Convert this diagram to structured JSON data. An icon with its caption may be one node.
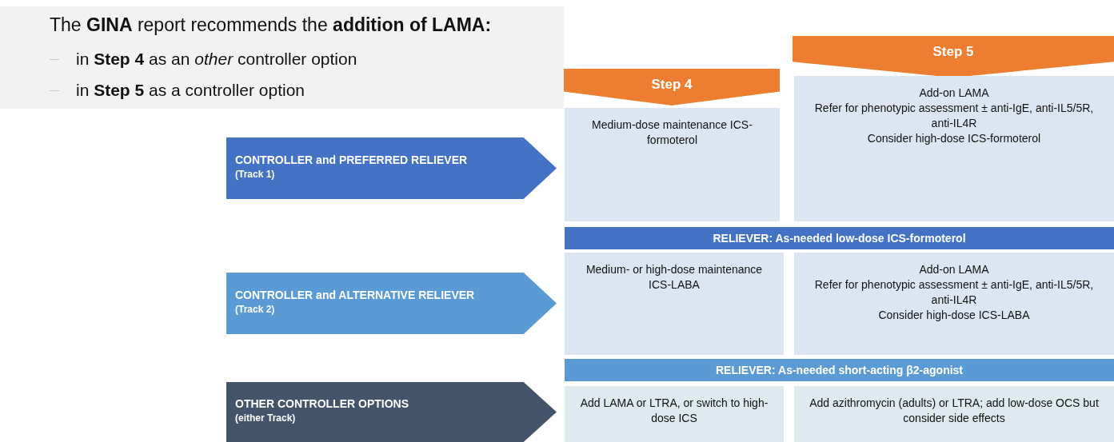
{
  "diagram": {
    "title": "The **GINA** report recommends the **addition of LAMA:**",
    "nodes": [
      {
        "text": [
          "Step 5"
        ]
      },
      {
        "text": [
          "Step 4"
        ]
      },
      {
        "text": [
          "CONTROLLER and PREFERRED RELIEVER",
          "(Track 1)"
        ]
      },
      {
        "text": [
          "Medium-dose maintenance ICS-formoterol"
        ]
      },
      {
        "text": [
          "Add-on LAMA",
          "Refer for phenotypic assessment ± anti-IgE, anti-IL5/5R, anti-IL4R",
          "Consider high-dose ICS-formoterol"
        ]
      },
      {
        "text": [
          "RELIEVER: As-needed low-dose ICS-formoterol"
        ]
      },
      {
        "text": [
          "CONTROLLER and ALTERNATIVE RELIEVER",
          "(Track 2)"
        ]
      },
      {
        "text": [
          "Medium- or high-dose maintenance ICS-LABA"
        ]
      },
      {
        "text": [
          "Add-on LAMA",
          "Refer for phenotypic assessment ± anti-IgE, anti-IL5/5R, anti-IL4R",
          "Consider high-dose ICS-LABA"
        ]
      },
      {
        "text": [
          "RELIEVER: As-needed short-acting β2-agonist"
        ]
      },
      {
        "text": [
          "OTHER CONTROLLER OPTIONS",
          "(either Track)"
        ]
      },
      {
        "text": [
          "Add LAMA or LTRA, or switch to high-dose ICS"
        ]
      },
      {
        "text": [
          "Add azithromycin (adults) or LTRA; add low-dose OCS but consider side effects"
        ]
      }
    ],
    "edges": [],
    "labels": [
      "in **Step 4** as an *other* controller option",
      "in **Step 5** as a controller option"
    ]
  }
}
